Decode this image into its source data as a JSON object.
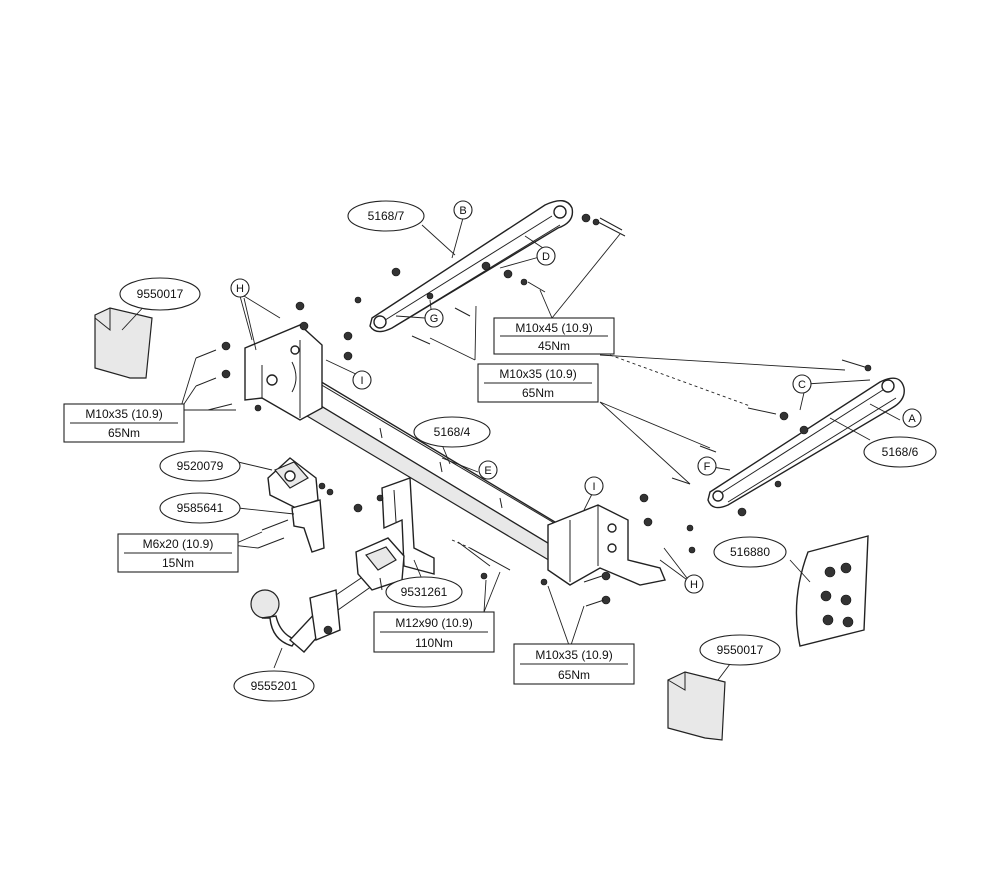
{
  "colors": {
    "line": "#222222",
    "background": "#ffffff",
    "hardware": "#333333"
  },
  "parts": {
    "p9550017_a": "9550017",
    "p5168_7": "5168/7",
    "p9520079": "9520079",
    "p9585641": "9585641",
    "p5168_4": "5168/4",
    "p5168_6": "5168/6",
    "p516880": "516880",
    "p9531261": "9531261",
    "p9555201": "9555201",
    "p9550017_b": "9550017"
  },
  "letters": {
    "H1": "H",
    "B": "B",
    "D": "D",
    "G": "G",
    "I1": "I",
    "C": "C",
    "A": "A",
    "E": "E",
    "F": "F",
    "I2": "I",
    "H2": "H"
  },
  "spec_boxes": {
    "m10x45": {
      "bolt": "M10x45 (10.9)",
      "torque": "45Nm"
    },
    "m10x35_center": {
      "bolt": "M10x35 (10.9)",
      "torque": "65Nm"
    },
    "m10x35_left": {
      "bolt": "M10x35 (10.9)",
      "torque": "65Nm"
    },
    "m6x20": {
      "bolt": "M6x20 (10.9)",
      "torque": "15Nm"
    },
    "m12x90": {
      "bolt": "M12x90 (10.9)",
      "torque": "110Nm"
    },
    "m10x35_right": {
      "bolt": "M10x35 (10.9)",
      "torque": "65Nm"
    }
  }
}
